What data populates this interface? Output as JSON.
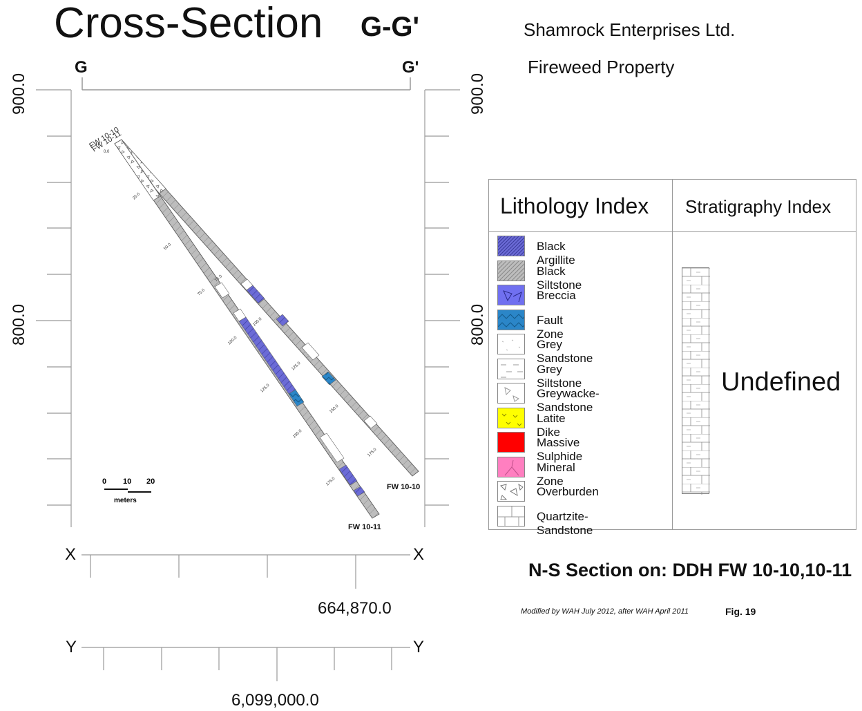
{
  "title": "Cross-Section",
  "title_code": "G-G'",
  "company": "Shamrock Enterprises Ltd.",
  "property": "Fireweed Property",
  "section_endpoints": {
    "start": "G",
    "end": "G'"
  },
  "elevations": {
    "top": "900.0",
    "mid": "800.0"
  },
  "drill_holes": [
    {
      "name": "FW 10-10",
      "header_label": "FW 10-10",
      "depth_labels": [
        "25.0",
        "75.0",
        "100.0",
        "125.0",
        "150.0",
        "175.0"
      ]
    },
    {
      "name": "FW 10-11",
      "header_label": "FW 10-11",
      "depth_labels": [
        "50.0",
        "75.0",
        "100.0",
        "125.0",
        "150.0",
        "175.0"
      ]
    }
  ],
  "collar_depth_label": "0.0",
  "scale_bar": {
    "ticks": [
      "0",
      "10",
      "20"
    ],
    "unit": "meters"
  },
  "x_axis": {
    "label": "X",
    "value": "664,870.0"
  },
  "y_axis": {
    "label": "Y",
    "value": "6,099,000.0"
  },
  "legend": {
    "lithology_title": "Lithology Index",
    "stratigraphy_title": "Stratigraphy Index",
    "lithology_items": [
      {
        "label": "Black Argillite",
        "color": "#6b6bd6",
        "pattern": "argillite"
      },
      {
        "label": "Black Siltstone",
        "color": "#bdbdbd",
        "pattern": "siltstone"
      },
      {
        "label": "Breccia",
        "color": "#7070f0",
        "pattern": "breccia"
      },
      {
        "label": "Fault Zone",
        "color": "#2b86c8",
        "pattern": "fault"
      },
      {
        "label": "Grey Sandstone",
        "color": "#ffffff",
        "pattern": "sandstone"
      },
      {
        "label": "Grey Siltstone",
        "color": "#ffffff",
        "pattern": "greysilt"
      },
      {
        "label": "Greywacke-Sandstone",
        "color": "#ffffff",
        "pattern": "greywacke"
      },
      {
        "label": "Latite Dike",
        "color": "#ffff00",
        "pattern": "latite"
      },
      {
        "label": "Massive Sulphide",
        "color": "#ff0000",
        "pattern": "solid"
      },
      {
        "label": "Mineral Zone",
        "color": "#ff7fc0",
        "pattern": "mineral"
      },
      {
        "label": "Overburden",
        "color": "#ffffff",
        "pattern": "overburden"
      },
      {
        "label": "Quartzite-Sandstone",
        "color": "#ffffff",
        "pattern": "quartzite"
      }
    ],
    "stratigraphy_value": "Undefined"
  },
  "section_note": "N-S Section on: DDH FW 10-10,10-11",
  "modified_note": "Modified by WAH July 2012, after WAH April 2011",
  "figure_label": "Fig. 19"
}
